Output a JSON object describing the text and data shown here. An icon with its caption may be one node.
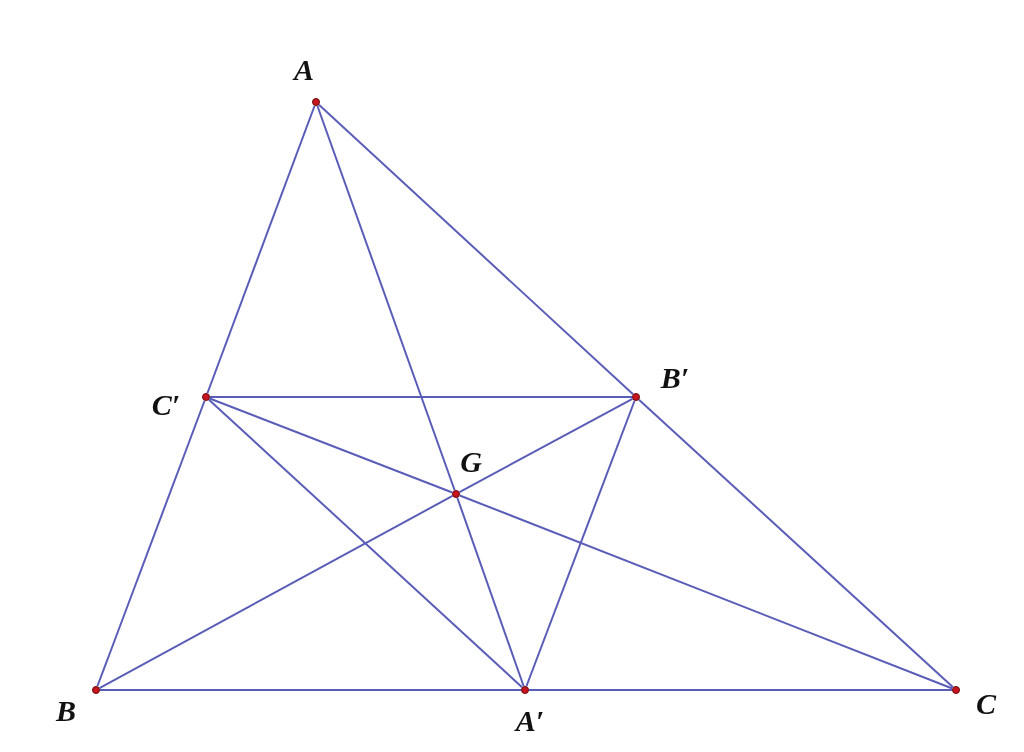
{
  "diagram": {
    "nodes": [
      {
        "text": [],
        "shape": "circle",
        "beside": [
          "A"
        ]
      },
      {
        "text": [],
        "shape": "circle",
        "beside": [
          "C′"
        ]
      },
      {
        "text": [],
        "shape": "circle",
        "beside": [
          "B′"
        ]
      },
      {
        "text": [],
        "shape": "circle",
        "beside": [
          "G"
        ]
      },
      {
        "text": [],
        "shape": "circle",
        "beside": [
          "B"
        ]
      },
      {
        "text": [],
        "shape": "circle",
        "beside": [
          "A′"
        ]
      },
      {
        "text": [],
        "shape": "circle",
        "beside": [
          "C"
        ]
      }
    ],
    "edges": [
      {
        "from": 0,
        "to": 1,
        "arrow": "none"
      },
      {
        "from": 1,
        "to": 4,
        "arrow": "none"
      },
      {
        "from": 0,
        "to": 2,
        "arrow": "none"
      },
      {
        "from": 2,
        "to": 6,
        "arrow": "none"
      },
      {
        "from": 4,
        "to": 5,
        "arrow": "none"
      },
      {
        "from": 5,
        "to": 6,
        "arrow": "none"
      },
      {
        "from": 0,
        "to": 3,
        "arrow": "none"
      },
      {
        "from": 3,
        "to": 5,
        "arrow": "none"
      },
      {
        "from": 4,
        "to": 3,
        "arrow": "none"
      },
      {
        "from": 3,
        "to": 2,
        "arrow": "none"
      },
      {
        "from": 6,
        "to": 3,
        "arrow": "none"
      },
      {
        "from": 3,
        "to": 1,
        "arrow": "none"
      },
      {
        "from": 1,
        "to": 2,
        "arrow": "none"
      },
      {
        "from": 2,
        "to": 5,
        "arrow": "none"
      },
      {
        "from": 5,
        "to": 1,
        "arrow": "none"
      }
    ]
  }
}
